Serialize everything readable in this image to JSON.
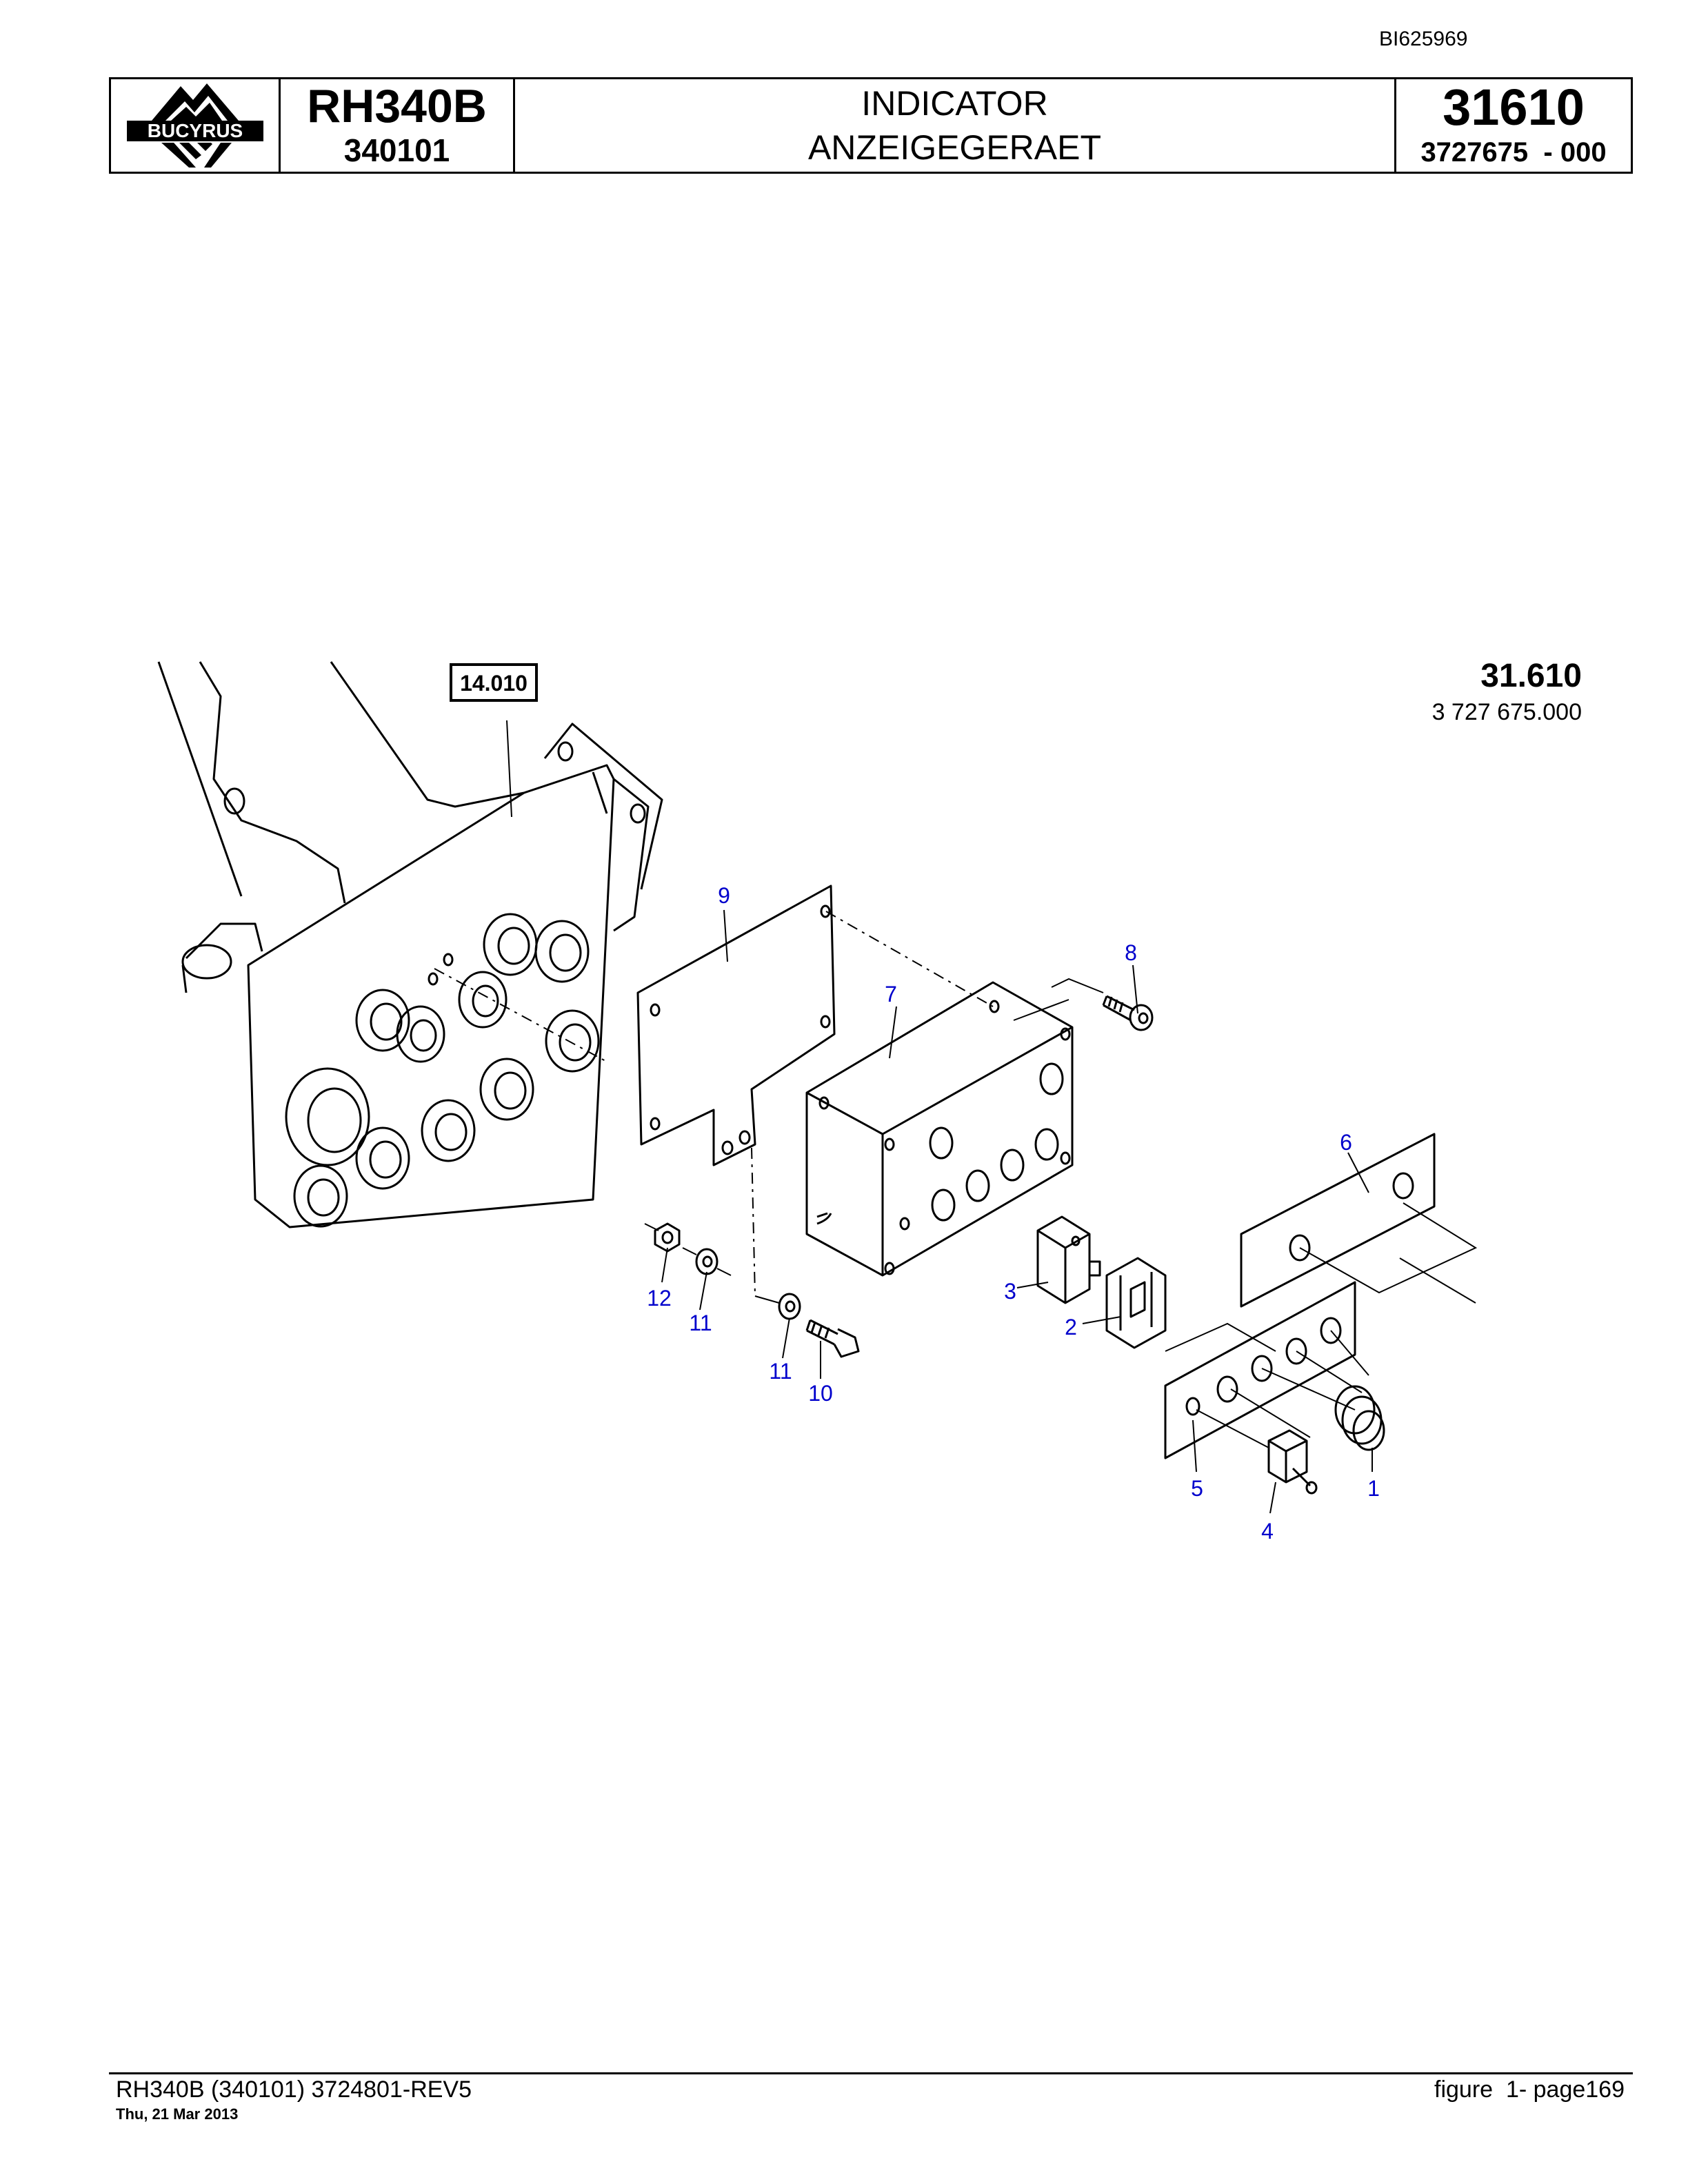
{
  "header": {
    "doc_id": "BI625969",
    "logo_text": "BUCYRUS",
    "model": "RH340B",
    "serial": "340101",
    "title_en": "INDICATOR",
    "title_de": "ANZEIGEGERAET",
    "group": "31610",
    "part_number": "3727675  - 000"
  },
  "diagram": {
    "reference_box": "14.010",
    "group_label": "31.610",
    "group_part_number": "3 727 675.000",
    "callouts": [
      "9",
      "8",
      "7",
      "6",
      "3",
      "2",
      "12",
      "11",
      "11",
      "10",
      "5",
      "4",
      "1"
    ]
  },
  "footer": {
    "left": "RH340B (340101) 3724801-REV5",
    "date": "Thu, 21 Mar 2013",
    "right": "figure  1- page169"
  },
  "colors": {
    "callout": "#0000cc",
    "line": "#000000"
  }
}
